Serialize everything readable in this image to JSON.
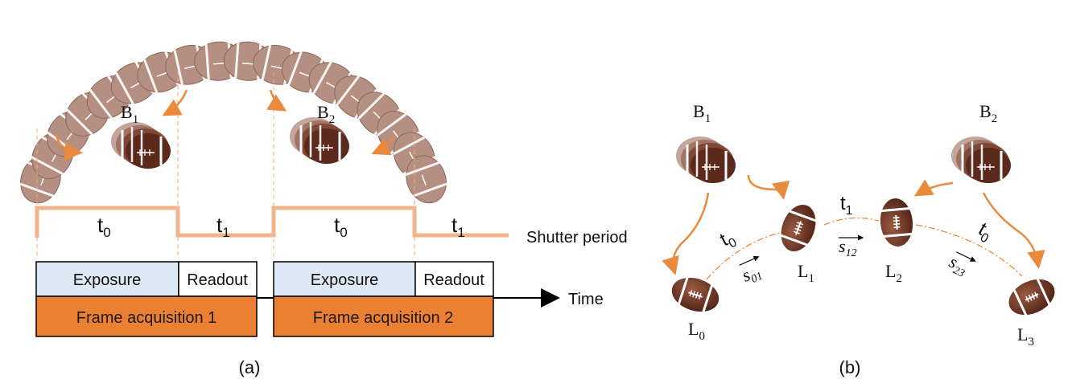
{
  "panel_a": {
    "caption": "(a)",
    "blur_labels": [
      {
        "base": "B",
        "sub": "1"
      },
      {
        "base": "B",
        "sub": "2"
      }
    ],
    "shutter": {
      "label": "Shutter period",
      "segments": [
        {
          "base": "t",
          "sub": "0"
        },
        {
          "base": "t",
          "sub": "1"
        },
        {
          "base": "t",
          "sub": "0"
        },
        {
          "base": "t",
          "sub": "1"
        }
      ]
    },
    "timing": {
      "exposure_label": "Exposure",
      "readout_label": "Readout",
      "frames": [
        "Frame acquisition 1",
        "Frame acquisition 2"
      ],
      "time_label": "Time"
    }
  },
  "panel_b": {
    "caption": "(b)",
    "blur_labels": [
      {
        "base": "B",
        "sub": "1"
      },
      {
        "base": "B",
        "sub": "2"
      }
    ],
    "ball_labels": [
      {
        "base": "L",
        "sub": "0"
      },
      {
        "base": "L",
        "sub": "1"
      },
      {
        "base": "L",
        "sub": "2"
      },
      {
        "base": "L",
        "sub": "3"
      }
    ],
    "interval_labels": [
      {
        "base": "t",
        "sub": "0"
      },
      {
        "base": "t",
        "sub": "1"
      },
      {
        "base": "t",
        "sub": "0"
      }
    ],
    "displacements": [
      {
        "base": "s",
        "sub": "01"
      },
      {
        "base": "s",
        "sub": "12"
      },
      {
        "base": "s",
        "sub": "23"
      }
    ]
  },
  "colors": {
    "ball_dark": "#5b2a1c",
    "ball_mid": "#8a4a34",
    "ball_faded": "#b59488",
    "stripe": "#ffffff",
    "arrow_orange": "#ea8a3c",
    "shutter_line": "#f2b48a",
    "exposure_fill": "#dde9f4",
    "frame_fill": "#ec8032"
  }
}
